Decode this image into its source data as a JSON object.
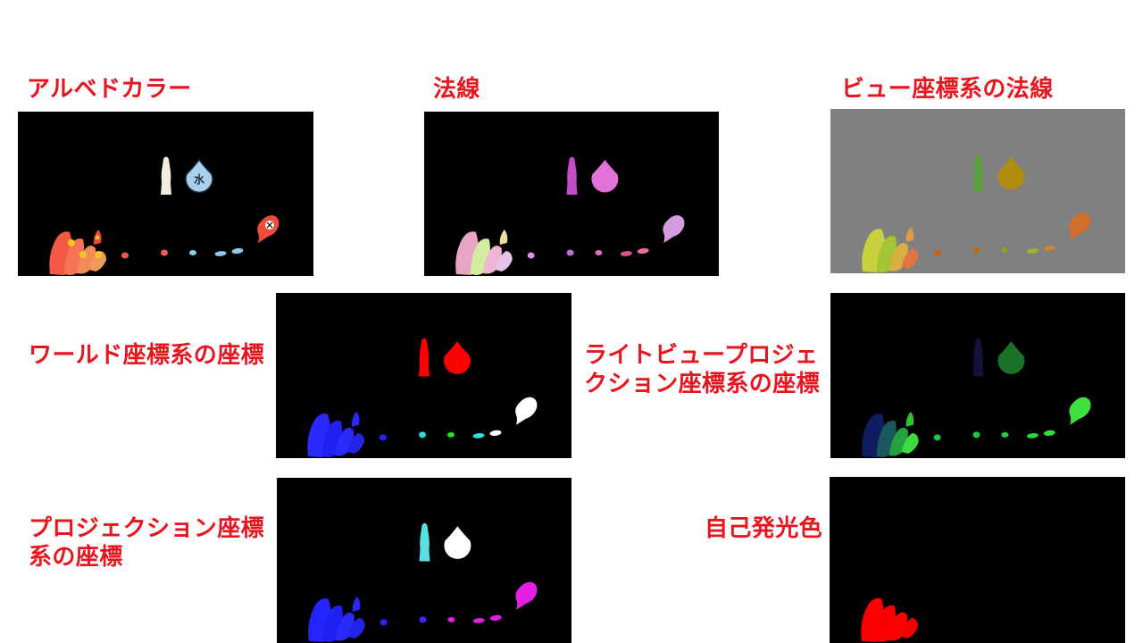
{
  "panels": [
    {
      "label_lines": [
        "アルベドカラー"
      ],
      "background": "#000000",
      "drop_glyph": "水",
      "colors": {
        "character": "#f4ece0",
        "drop": "#a8d0ea",
        "drop_outline": "#1c2c44",
        "fire": "#f04a3c",
        "fire_badge": "#ffffff",
        "fire_mark": "#202020",
        "tail": [
          "#e85a48",
          "#e8604e",
          "#90c8e6",
          "#90c8e6",
          "#90c8e6"
        ],
        "group": [
          "#f25a46",
          "#f57454",
          "#f48a58",
          "#f29a5c",
          "#e8483a"
        ],
        "badges": "#f2c428"
      }
    },
    {
      "label_lines": [
        "法線"
      ],
      "background": "#000000",
      "colors": {
        "character": "#c44cc8",
        "drop": "#e272d8",
        "drop_outline": "none",
        "fire": "#d49ce0",
        "fire_badge": "none",
        "fire_mark": "none",
        "tail": [
          "#e08ee0",
          "#c070d4",
          "#e06cc4",
          "#e05494",
          "#e8709e"
        ],
        "group": [
          "#e8a4c4",
          "#d4eca0",
          "#f0b4d4",
          "#e4c4e4",
          "#ecdca0"
        ],
        "badges": "none"
      }
    },
    {
      "label_lines": [
        "ビュー座標系の法線"
      ],
      "background": "#808080",
      "colors": {
        "character": "#5aa040",
        "drop": "#b08c10",
        "drop_outline": "none",
        "fire": "#d0702c",
        "fire_badge": "none",
        "fire_mark": "none",
        "tail": [
          "#c0641e",
          "#b86a20",
          "#84a430",
          "#94b434",
          "#c88430"
        ],
        "group": [
          "#c8d040",
          "#a4c434",
          "#d8b040",
          "#e07444",
          "#e09c40"
        ],
        "badges": "none"
      }
    },
    {
      "label_lines": [
        "ワールド座標系の座標"
      ],
      "background": "#000000",
      "colors": {
        "character": "#ff0000",
        "drop": "#ff0000",
        "drop_outline": "none",
        "fire": "#ffffff",
        "fire_badge": "none",
        "fire_mark": "none",
        "tail": [
          "#2424ff",
          "#24dcdc",
          "#20e020",
          "#30e0e0",
          "#ffffff"
        ],
        "group": [
          "#2a2aff",
          "#2020f0",
          "#2a2aff",
          "#2424e8",
          "#2a2aff"
        ],
        "badges": "none"
      }
    },
    {
      "label_lines": [
        "ライトビュープロジェ",
        "クション座標系の座標"
      ],
      "background": "#000000",
      "colors": {
        "character": "#12123c",
        "drop": "#1a7228",
        "drop_outline": "none",
        "fire": "#3ee03e",
        "fire_badge": "none",
        "fire_mark": "none",
        "tail": [
          "#20c040",
          "#20c83c",
          "#24d040",
          "#28d840",
          "#30e040"
        ],
        "group": [
          "#0e1c60",
          "#18585a",
          "#28a040",
          "#3cdc40",
          "#30c030"
        ],
        "badges": "none"
      }
    },
    {
      "label_lines": [
        "プロジェクション座標",
        "系の座標"
      ],
      "background": "#000000",
      "colors": {
        "character": "#58e0e4",
        "drop": "#ffffff",
        "drop_outline": "none",
        "fire": "#e41ee4",
        "fire_badge": "none",
        "fire_mark": "none",
        "tail": [
          "#2424ff",
          "#4a24ff",
          "#e020e0",
          "#e020e0",
          "#e020e0"
        ],
        "group": [
          "#2424ff",
          "#2020f0",
          "#2a2aff",
          "#2424e8",
          "#2a2aff"
        ],
        "badges": "none"
      }
    },
    {
      "label_lines": [
        "自己発光色"
      ],
      "background": "#000000",
      "colors": {
        "character": "none",
        "drop": "none",
        "drop_outline": "none",
        "fire": "none",
        "fire_badge": "none",
        "fire_mark": "none",
        "tail": [
          "none",
          "none",
          "none",
          "none",
          "none"
        ],
        "group": [
          "#ff0000",
          "#f80000",
          "#ff0000",
          "#f00000",
          "none"
        ],
        "badges": "none"
      }
    }
  ]
}
